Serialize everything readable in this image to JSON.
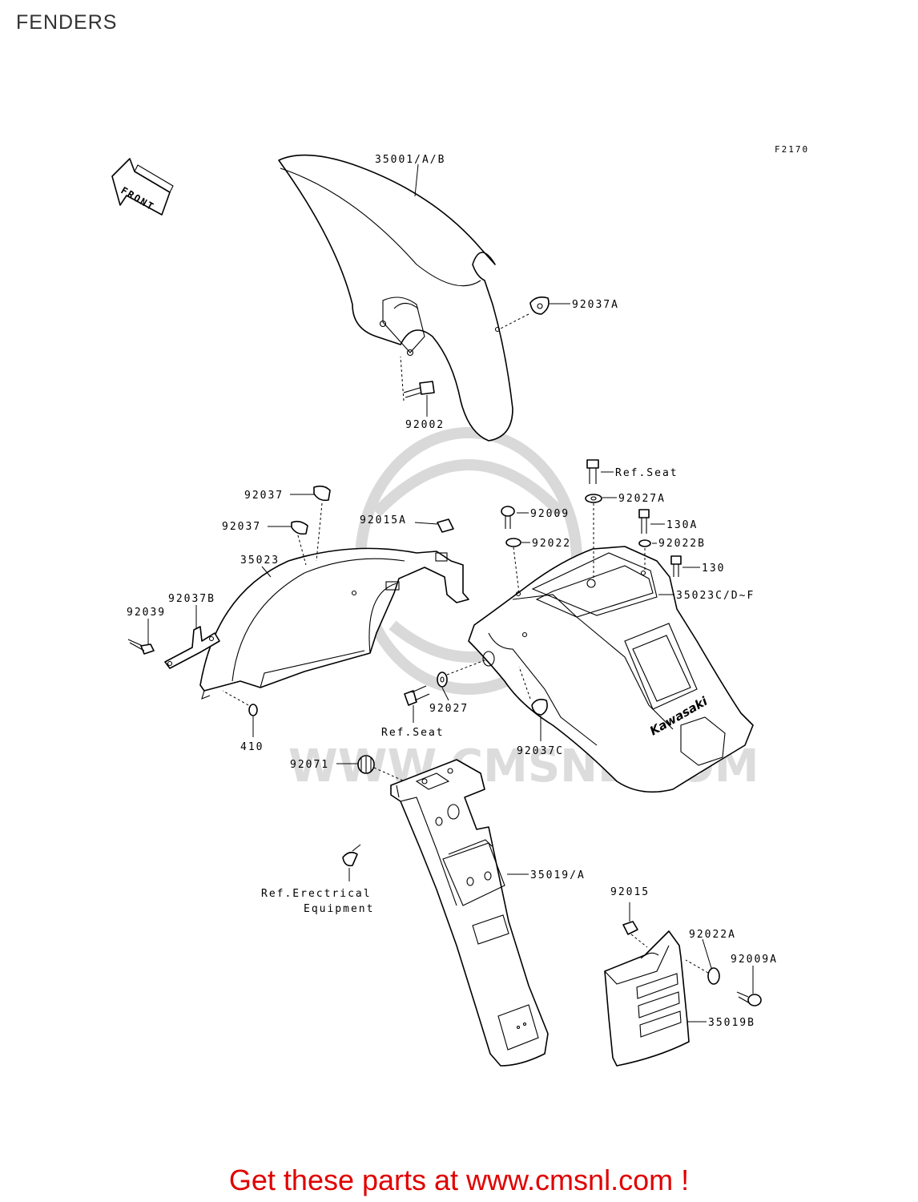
{
  "page_title": "FENDERS",
  "figure_code": "F2170",
  "direction_label": "FRONT",
  "brand_mark": "Kawasaki",
  "watermark_text": "WWW.CMSNL.COM",
  "footer_link": "Get these parts at www.cmsnl.com !",
  "labels": {
    "p35001": "35001/A/B",
    "p92037A": "92037A",
    "p92002": "92002",
    "p92037_1": "92037",
    "p92037_2": "92037",
    "p92015A": "92015A",
    "p92009": "92009",
    "p92022": "92022",
    "refseat_top": "Ref.Seat",
    "p92027A": "92027A",
    "p130A": "130A",
    "p92022B": "92022B",
    "p130": "130",
    "p35023CDF": "35023C/D~F",
    "p35023": "35023",
    "p92037B": "92037B",
    "p92039": "92039",
    "p410": "410",
    "p92027": "92027",
    "refseat_bottom": "Ref.Seat",
    "p92037C": "92037C",
    "p92071": "92071",
    "ref_electrical_1": "Ref.Erectrical",
    "ref_electrical_2": "Equipment",
    "p35019A": "35019/A",
    "p92015": "92015",
    "p92022A": "92022A",
    "p92009A": "92009A",
    "p35019B": "35019B"
  },
  "colors": {
    "title": "#333333",
    "banner": "#e00000",
    "watermark": "#d9d9d9"
  }
}
